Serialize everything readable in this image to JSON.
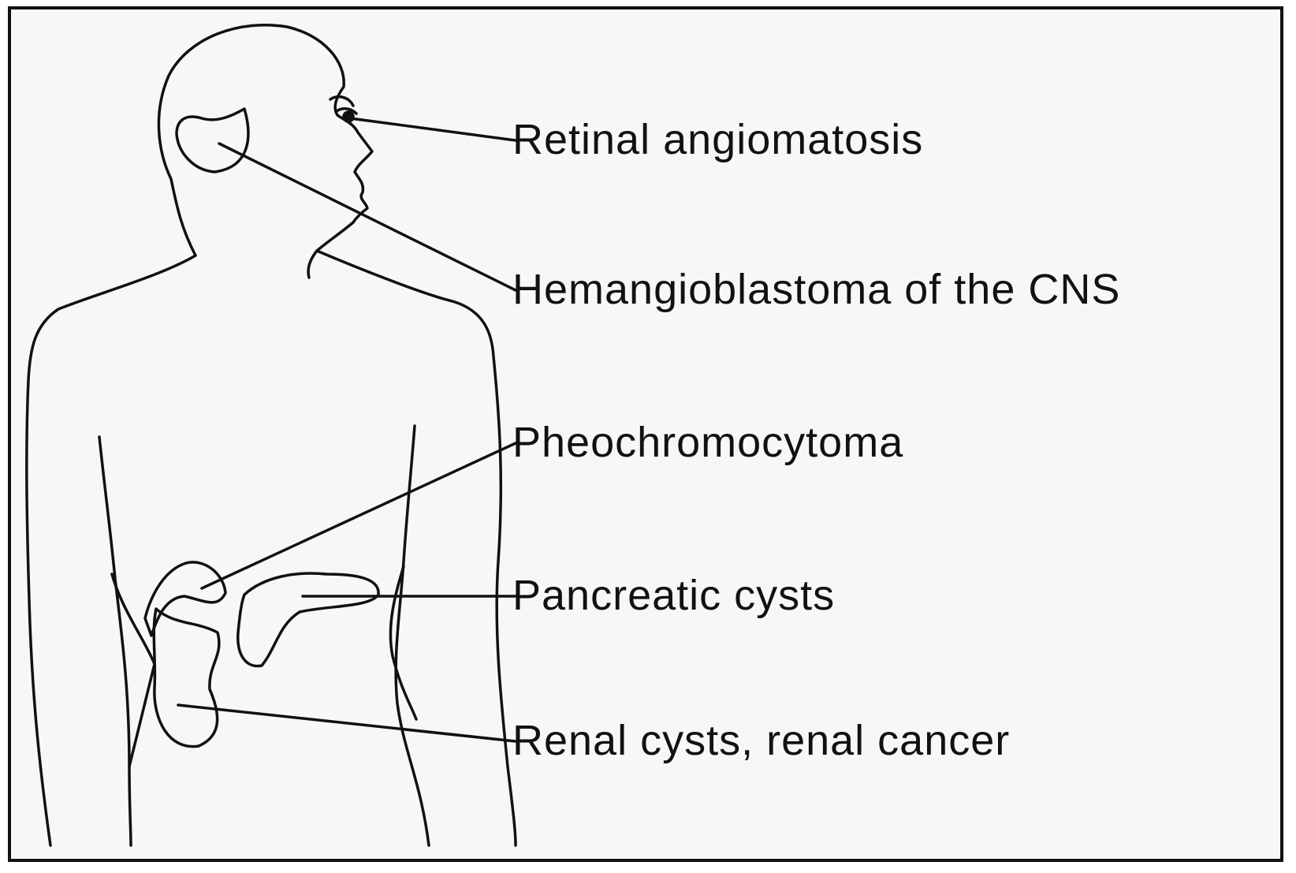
{
  "labels": {
    "retinal": "Retinal angiomatosis",
    "hemangioblastoma": "Hemangioblastoma of the CNS",
    "pheochromocytoma": "Pheochromocytoma",
    "pancreatic": "Pancreatic cysts",
    "renal": "Renal cysts, renal cancer"
  },
  "colors": {
    "ink": "#111111",
    "paper": "#f7f7f5",
    "border": "#111111"
  }
}
